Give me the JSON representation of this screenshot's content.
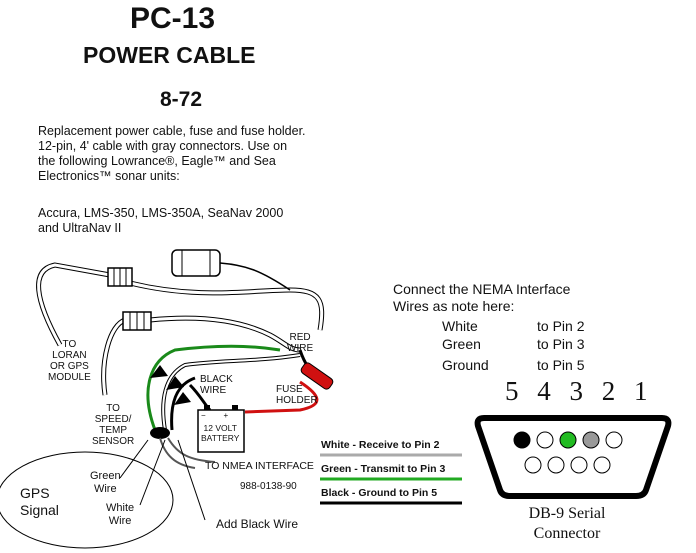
{
  "header": {
    "title": "PC-13",
    "subtitle": "POWER CABLE",
    "part_number": "8-72"
  },
  "description": {
    "line1": "Replacement power cable, fuse and fuse holder.",
    "line2": "12-pin, 4' cable with gray connectors. Use on",
    "line3": "the following Lowrance®, Eagle™ and Sea",
    "line4": "Electronics™ sonar units:",
    "line5": "Accura, LMS-350, LMS-350A, SeaNav 2000",
    "line6": "and UltraNav II"
  },
  "diagram_labels": {
    "to_loran_1": "TO",
    "to_loran_2": "LORAN",
    "to_loran_3": "OR GPS",
    "to_loran_4": "MODULE",
    "to_speed_1": "TO",
    "to_speed_2": "SPEED/",
    "to_speed_3": "TEMP",
    "to_speed_4": "SENSOR",
    "red_wire_1": "RED",
    "red_wire_2": "WIRE",
    "black_wire_1": "BLACK",
    "black_wire_2": "WIRE",
    "fuse_holder_1": "FUSE",
    "fuse_holder_2": "HOLDER",
    "battery_1": "12 VOLT",
    "battery_2": "BATTERY",
    "battery_minus": "−",
    "battery_plus": "+",
    "to_nmea": "TO NMEA INTERFACE",
    "cable_part": "988-0138-90"
  },
  "annotations": {
    "gps_signal_1": "GPS",
    "gps_signal_2": "Signal",
    "green_wire_1": "Green",
    "green_wire_2": "Wire",
    "white_wire_1": "White",
    "white_wire_2": "Wire",
    "add_black_wire": "Add Black Wire"
  },
  "nema": {
    "heading_1": "Connect the NEMA Interface",
    "heading_2": "Wires as note here:",
    "rows": [
      {
        "wire": "White",
        "pin": "to Pin 2"
      },
      {
        "wire": "Green",
        "pin": "to Pin 3"
      },
      {
        "wire": "Ground",
        "pin": "to Pin 5"
      }
    ],
    "pin_numbers": "5 4 3 2 1"
  },
  "legend": {
    "white": "White - Receive to Pin 2",
    "green": "Green - Transmit to Pin 3",
    "black": "Black - Ground to Pin 5"
  },
  "connector": {
    "label_1": "DB-9 Serial",
    "label_2": "Connector"
  },
  "colors": {
    "green_wire": "#1a8a1a",
    "red_wire": "#d01010",
    "black_wire": "#000000",
    "pin_green": "#22bb22",
    "pin_gray": "#999999"
  }
}
